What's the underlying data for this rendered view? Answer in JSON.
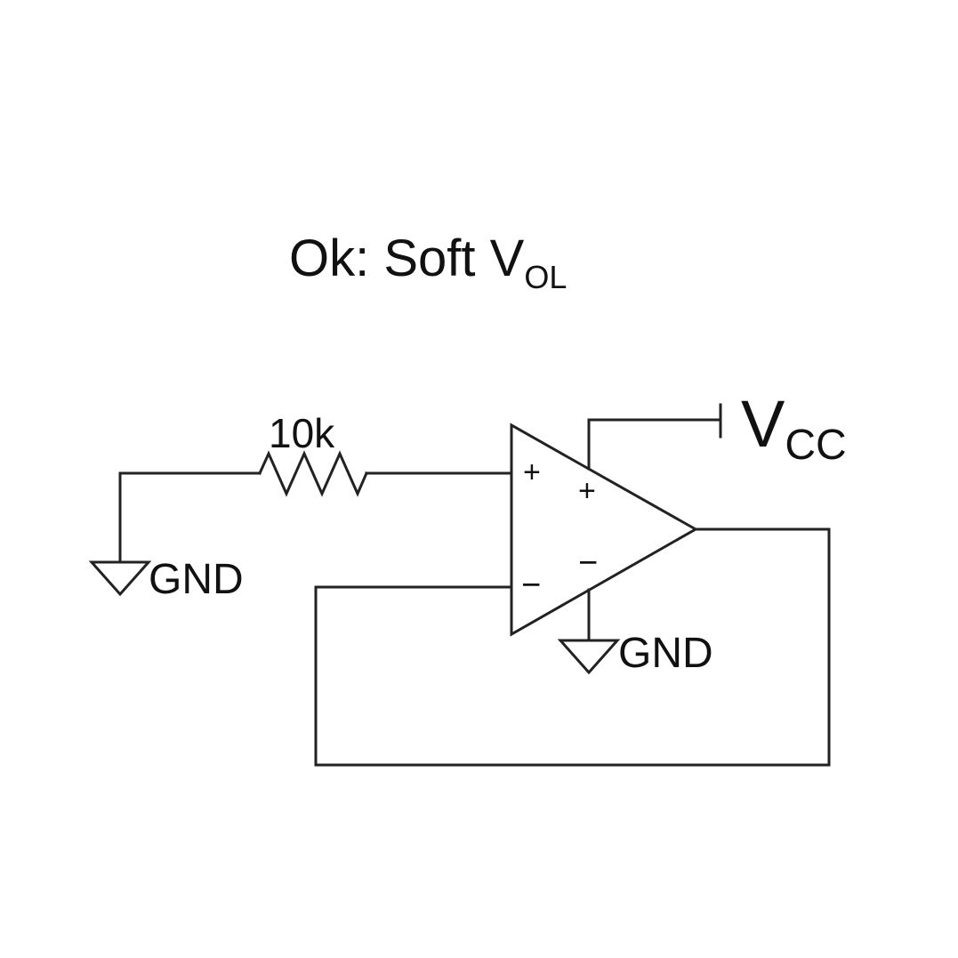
{
  "title": {
    "prefix": "Ok: Soft V",
    "subscript": "OL"
  },
  "resistor": {
    "value_label": "10k"
  },
  "supply": {
    "main": "V",
    "subscript": "CC",
    "plus_sign": "+",
    "minus_sign": "−"
  },
  "opamp": {
    "noninverting_sign": "+",
    "inverting_sign": "−"
  },
  "grounds": {
    "left_label": "GND",
    "opamp_label": "GND"
  },
  "colors": {
    "line": "#222222",
    "text": "#111111",
    "background": "#ffffff"
  }
}
